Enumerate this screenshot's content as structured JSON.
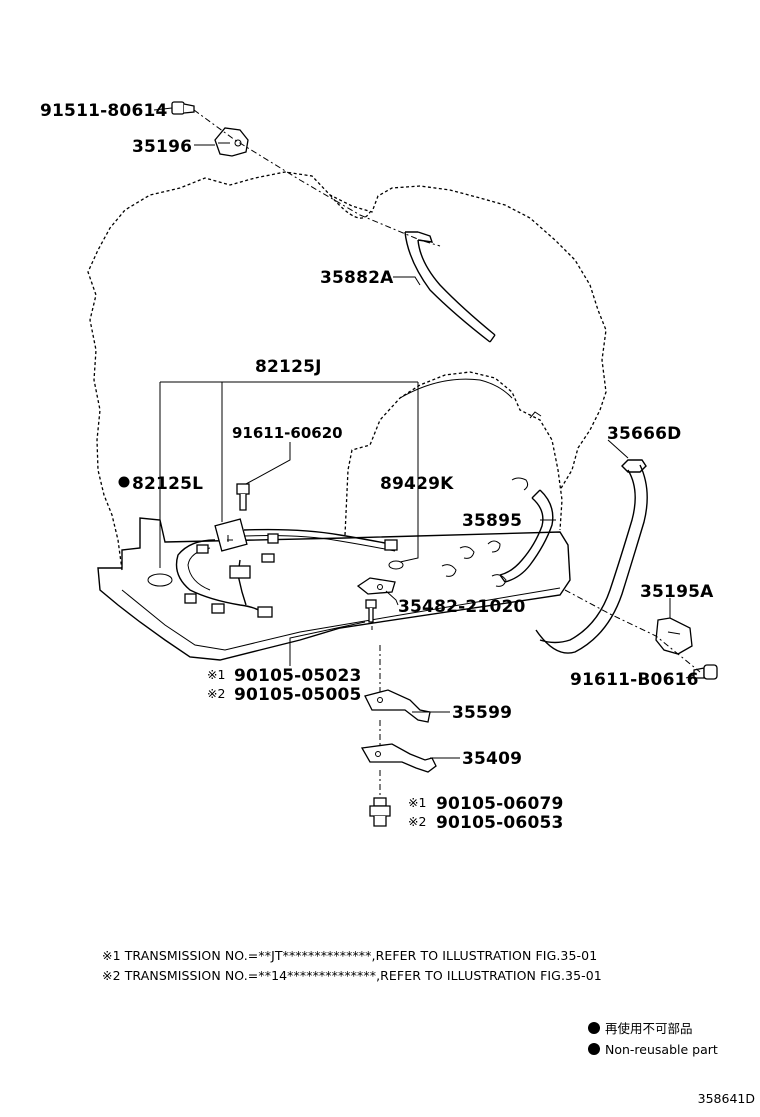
{
  "parts": {
    "p91511_80614": "91511-80614",
    "p35196": "35196",
    "p35882A": "35882A",
    "p82125J": "82125J",
    "p91611_60620": "91611-60620",
    "p82125L": "82125L",
    "p89429K": "89429K",
    "p35666D": "35666D",
    "p35895": "35895",
    "p35195A": "35195A",
    "p35482_21020": "35482-21020",
    "p91611_B0616": "91611-B0616",
    "p90105_05023": "90105-05023",
    "p90105_05005": "90105-05005",
    "p35599": "35599",
    "p35409": "35409",
    "p90105_06079": "90105-06079",
    "p90105_06053": "90105-06053"
  },
  "marks": {
    "m1": "※1",
    "m2": "※2"
  },
  "notes": [
    "※1  TRANSMISSION NO.=**JT**************,REFER TO ILLUSTRATION FIG.35-01",
    "※2  TRANSMISSION NO.=**14**************,REFER TO ILLUSTRATION FIG.35-01"
  ],
  "legend": {
    "jp": "再使用不可部品",
    "en": "Non-reusable part"
  },
  "illustration_code": "358641D"
}
